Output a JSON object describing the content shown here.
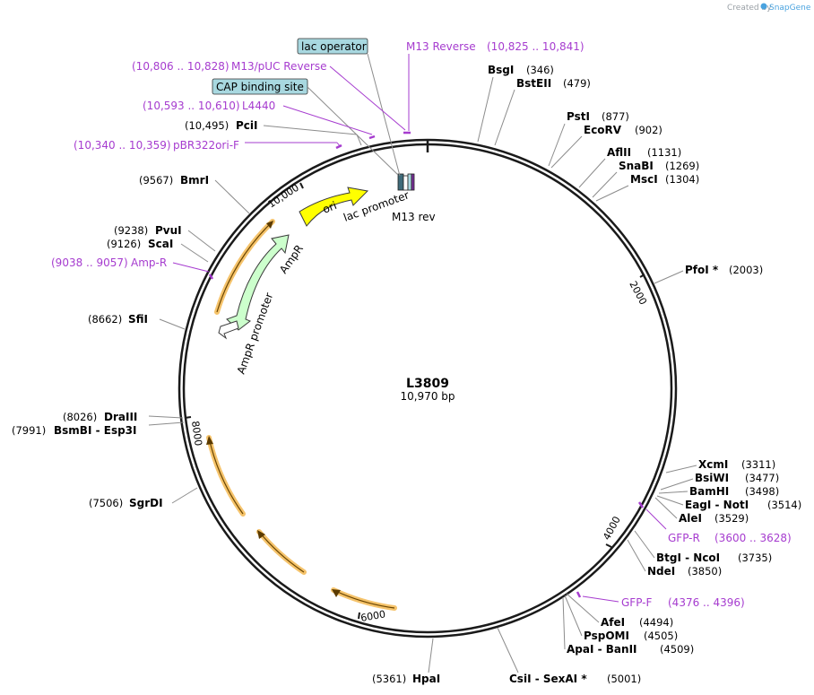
{
  "credit": {
    "created_by": "Created by",
    "brand": "SnapGene"
  },
  "plasmid": {
    "name": "L3809",
    "size_label": "10,970 bp",
    "total_bp": 10970
  },
  "ticks": [
    {
      "bp": 2000,
      "label": "2000"
    },
    {
      "bp": 4000,
      "label": "4000"
    },
    {
      "bp": 6000,
      "label": "6000"
    },
    {
      "bp": 8000,
      "label": "8000"
    },
    {
      "bp": 10000,
      "label": "10,000"
    }
  ],
  "enzymes": [
    {
      "name": "BsgI",
      "pos": "(346)",
      "side": "right"
    },
    {
      "name": "BstEII",
      "pos": "(479)",
      "side": "right"
    },
    {
      "name": "PstI",
      "pos": "(877)",
      "side": "right"
    },
    {
      "name": "EcoRV",
      "pos": "(902)",
      "side": "right"
    },
    {
      "name": "AflII",
      "pos": "(1131)",
      "side": "right"
    },
    {
      "name": "SnaBI",
      "pos": "(1269)",
      "side": "right"
    },
    {
      "name": "MscI",
      "pos": "(1304)",
      "side": "right"
    },
    {
      "name": "PfoI *",
      "pos": "(2003)",
      "side": "right"
    },
    {
      "name": "XcmI",
      "pos": "(3311)",
      "side": "right"
    },
    {
      "name": "BsiWI",
      "pos": "(3477)",
      "side": "right"
    },
    {
      "name": "BamHI",
      "pos": "(3498)",
      "side": "right"
    },
    {
      "name": "EagI  -  NotI",
      "pos": "(3514)",
      "side": "right"
    },
    {
      "name": "AleI",
      "pos": "(3529)",
      "side": "right"
    },
    {
      "name": "BtgI  -  NcoI",
      "pos": "(3735)",
      "side": "right"
    },
    {
      "name": "NdeI",
      "pos": "(3850)",
      "side": "right"
    },
    {
      "name": "AfeI",
      "pos": "(4494)",
      "side": "right"
    },
    {
      "name": "PspOMI",
      "pos": "(4505)",
      "side": "right"
    },
    {
      "name": "ApaI  -  BanII",
      "pos": "(4509)",
      "side": "right"
    },
    {
      "name": "CsiI  -  SexAI *",
      "pos": "(5001)",
      "side": "right"
    },
    {
      "name": "HpaI",
      "pos": "(5361)",
      "side": "left"
    },
    {
      "name": "SgrDI",
      "pos": "(7506)",
      "side": "left"
    },
    {
      "name": "BsmBI  -  Esp3I",
      "pos": "(7991)",
      "side": "left"
    },
    {
      "name": "DraIII",
      "pos": "(8026)",
      "side": "left"
    },
    {
      "name": "SfiI",
      "pos": "(8662)",
      "side": "left"
    },
    {
      "name": "ScaI",
      "pos": "(9126)",
      "side": "left"
    },
    {
      "name": "PvuI",
      "pos": "(9238)",
      "side": "left"
    },
    {
      "name": "BmrI",
      "pos": "(9567)",
      "side": "left"
    },
    {
      "name": "PciI",
      "pos": "(10,495)",
      "side": "left"
    }
  ],
  "primers": [
    {
      "name": "M13 Reverse",
      "range": "(10,825 .. 10,841)"
    },
    {
      "name": "M13/pUC Reverse",
      "range": "(10,806 .. 10,828)"
    },
    {
      "name": "L4440",
      "range": "(10,593 .. 10,610)"
    },
    {
      "name": "pBR322ori-F",
      "range": "(10,340 .. 10,359)"
    },
    {
      "name": "Amp-R",
      "range": "(9038 .. 9057)"
    },
    {
      "name": "GFP-R",
      "range": "(3600 .. 3628)"
    },
    {
      "name": "GFP-F",
      "range": "(4376 .. 4396)"
    }
  ],
  "features": {
    "lac_operator": "lac operator",
    "cap_binding_site": "CAP binding site",
    "ori": "ori",
    "lac_promoter": "lac promoter",
    "m13_rev": "M13 rev",
    "ampr": "AmpR",
    "ampr_promoter": "AmpR promoter"
  },
  "colors": {
    "backbone": "#1a1a1a",
    "primer": "#a63ccf",
    "ori": "#ffff00",
    "ampr": "#ccffcc",
    "orf": "#f5c36b",
    "orf_arrow": "#5a3a00",
    "regulatory": "#a8d8e0"
  }
}
